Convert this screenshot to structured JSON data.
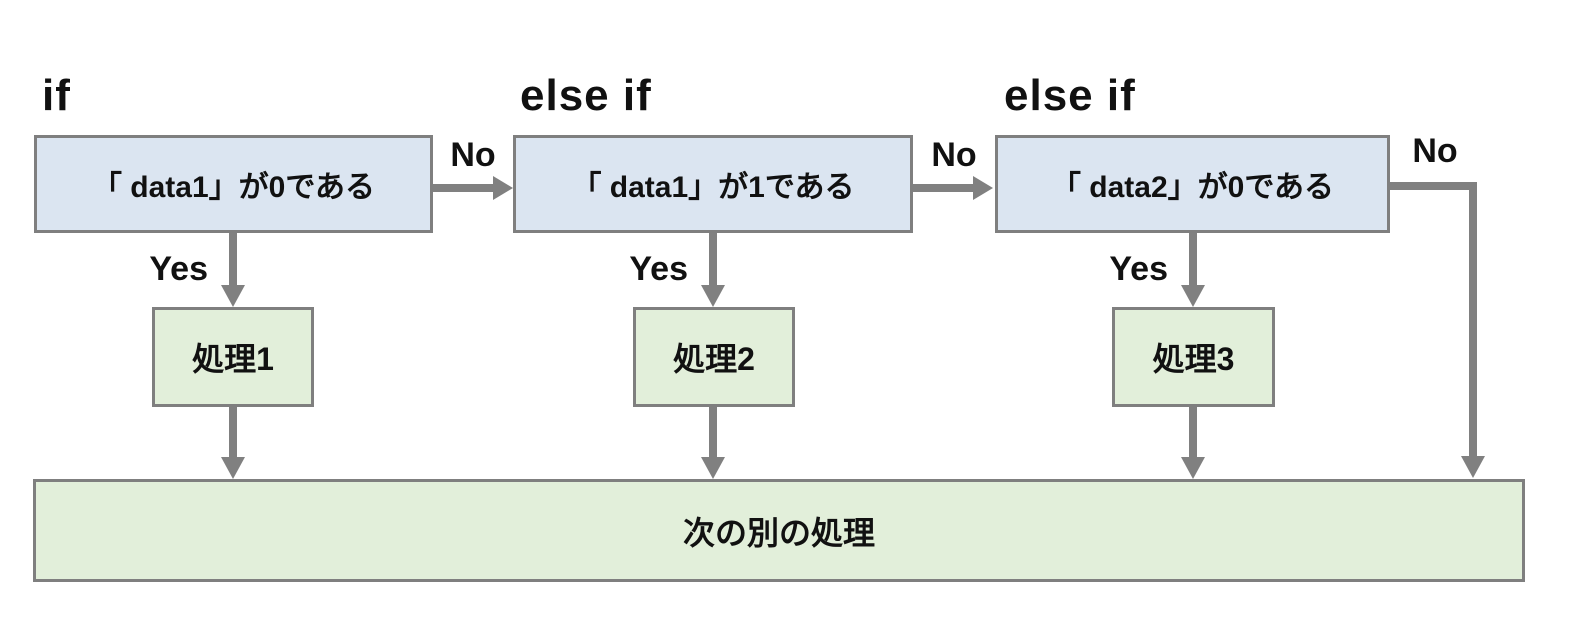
{
  "flowchart": {
    "branches": [
      {
        "keyword": "if",
        "condition": "「 data1」が0である",
        "yes_label": "Yes",
        "no_label": "No",
        "process": "処理1"
      },
      {
        "keyword": "else if",
        "condition": "「 data1」が1である",
        "yes_label": "Yes",
        "no_label": "No",
        "process": "処理2"
      },
      {
        "keyword": "else if",
        "condition": "「 data2」が0である",
        "yes_label": "Yes",
        "no_label": "No",
        "process": "処理3"
      }
    ],
    "final_process": "次の別の処理"
  },
  "colors": {
    "condition_fill": "#dbe5f1",
    "condition_border": "#7f7f7f",
    "process_fill": "#e2efda",
    "process_border": "#7f7f7f",
    "arrow": "#808080",
    "text": "#111111",
    "bg": "#ffffff"
  }
}
